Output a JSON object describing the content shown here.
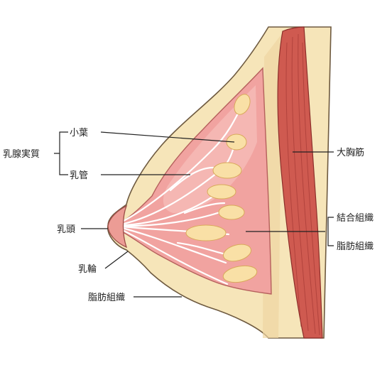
{
  "colors": {
    "skin": "#f6e5b9",
    "skin_outline": "#6e5a40",
    "muscle": "#cf5a50",
    "muscle_dark": "#a63a35",
    "gland": "#f1a3a0",
    "gland_light": "#f8c9c3",
    "lobule": "#f9e0a6",
    "duct": "#ffffff",
    "line": "#222222"
  },
  "labels": {
    "lobule": "小葉",
    "mammary_gland": "乳腺実質",
    "duct": "乳管",
    "nipple": "乳頭",
    "areola": "乳輪",
    "fat_outer": "脂肪組織",
    "pectoralis": "大胸筋",
    "connective": "結合組織",
    "fat_inner": "脂肪組織"
  }
}
